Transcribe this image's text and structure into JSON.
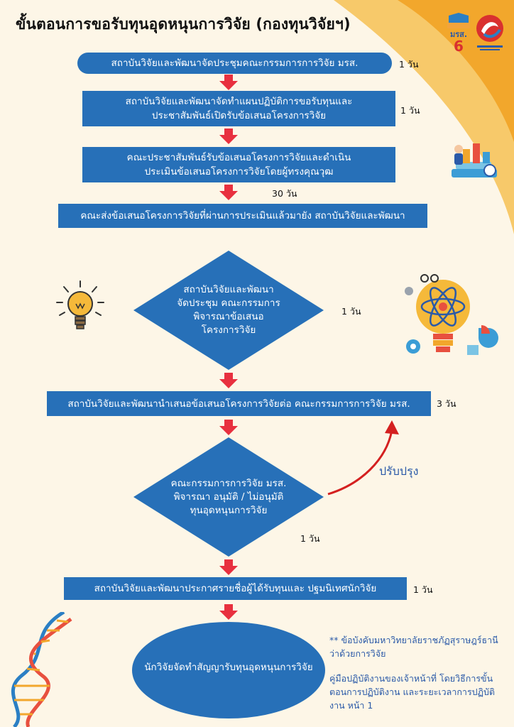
{
  "title": "ขั้นตอนการขอรับทุนอุดหนุนการวิจัย (กองทุนวิจัยฯ)",
  "logo": {
    "text": "มรส.",
    "number": "6"
  },
  "steps": [
    {
      "text": "สถาบันวิจัยและพัฒนาจัดประชุมคณะกรรมการการวิจัย มรส.",
      "days": "1 วัน"
    },
    {
      "line1": "สถาบันวิจัยและพัฒนาจัดทำแผนปฏิบัติการขอรับทุนและ",
      "line2": "ประชาสัมพันธ์เปิดรับข้อเสนอโครงการวิจัย",
      "days": "1 วัน"
    },
    {
      "line1": "คณะประชาสัมพันธ์รับข้อเสนอโครงการวิจัยและดำเนิน",
      "line2": "ประเมินข้อเสนอโครงการวิจัยโดยผู้ทรงคุณวุฒ",
      "days": "30 วัน"
    },
    {
      "text": "คณะส่งข้อเสนอโครงการวิจัยที่ผ่านการประเมินแล้วมายัง สถาบันวิจัยและพัฒนา"
    },
    {
      "line1": "สถาบันวิจัยและพัฒนา",
      "line2": "จัดประชุม คณะกรรมการ",
      "line3": "พิจารณาข้อเสนอ",
      "line4": "โครงการวิจัย",
      "days": "1 วัน"
    },
    {
      "text": "สถาบันวิจัยและพัฒนานำเสนอข้อเสนอโครงการวิจัยต่อ คณะกรรมการการวิจัย มรส.",
      "days": "3 วัน"
    },
    {
      "line1": "คณะกรรมการการวิจัย มรส.",
      "line2": "พิจารณา อนุมัติ / ไม่อนุมัติ",
      "line3": "ทุนอุดหนุนการวิจัย",
      "days": "1 วัน"
    },
    {
      "text": "สถาบันวิจัยและพัฒนาประกาศรายชื่อผู้ได้รับทุนและ ปฐมนิเทศนักวิจัย",
      "days": "1 วัน"
    },
    {
      "text": "นักวิจัยจัดทำสัญญารับทุนอุดหนุนการวิจัย"
    }
  ],
  "revise_label": "ปรับปรุง",
  "notes": {
    "line1": "** ข้อบังคับมหาวิทยาลัยราชภัฏสุราษฎร์ธานี",
    "line2": "ว่าด้วยการวิจัย",
    "line3": "คู่มือปฏิบัติงานของเจ้าหน้าที่ โดยวิธีการขั้น",
    "line4": "ตอนการปฏิบัติงาน และระยะเวลาการปฏิบัติ",
    "line5": "งาน หน้า 1"
  },
  "colors": {
    "box": "#2770b8",
    "arrow": "#e8303f",
    "background": "#fdf6e7",
    "accent": "#f6b93b"
  }
}
